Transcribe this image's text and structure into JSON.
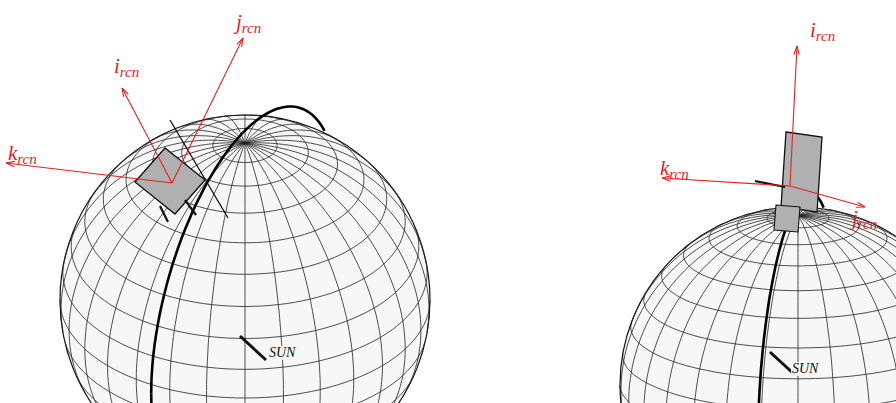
{
  "diagram": {
    "labels": [
      "i",
      "rcn",
      "j",
      "rcn",
      "k",
      "rcn",
      "SUN",
      "i",
      "rcn",
      "k",
      "rcn",
      "j",
      "rcn",
      "SUN"
    ]
  }
}
